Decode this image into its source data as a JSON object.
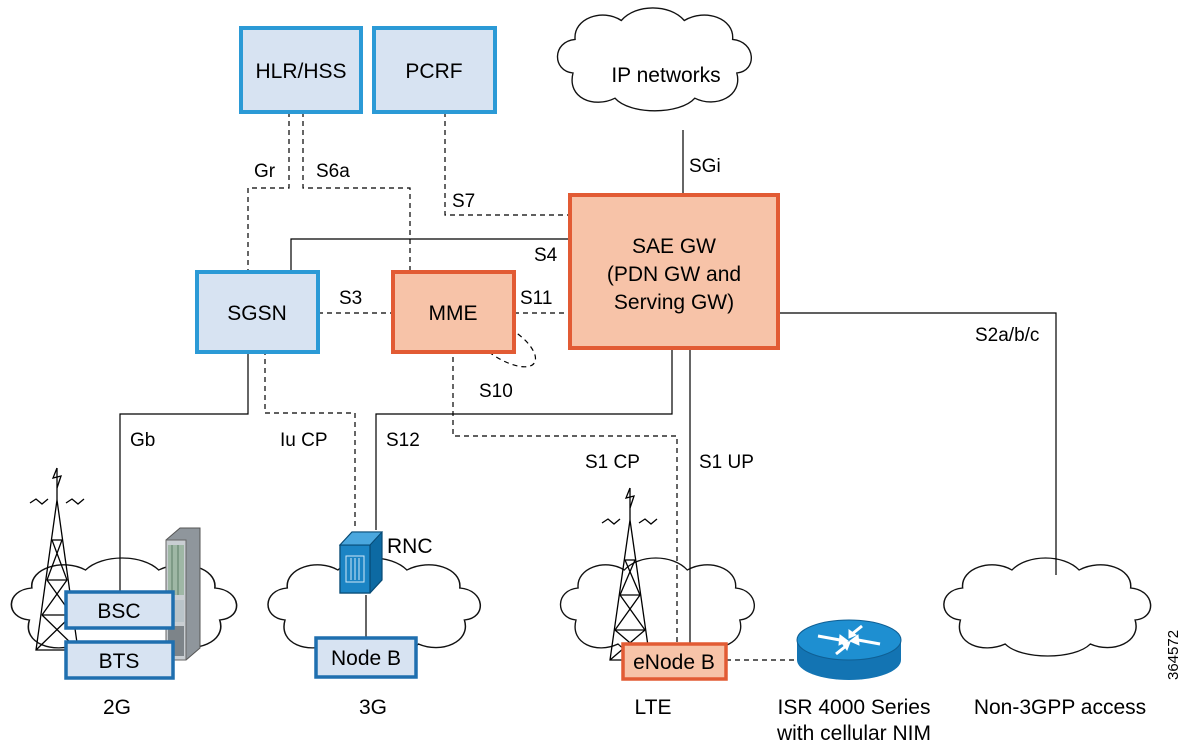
{
  "nodes": {
    "hlr_hss": "HLR/HSS",
    "pcrf": "PCRF",
    "ip_networks": "IP networks",
    "sae_gw_line1": "SAE GW",
    "sae_gw_line2": "(PDN GW and",
    "sae_gw_line3": "Serving GW)",
    "sgsn": "SGSN",
    "mme": "MME",
    "bsc": "BSC",
    "bts": "BTS",
    "rnc": "RNC",
    "node_b": "Node B",
    "enode_b": "eNode B",
    "isr_line1": "ISR 4000 Series",
    "isr_line2": "with cellular NIM"
  },
  "interfaces": {
    "gr": "Gr",
    "s6a": "S6a",
    "s7": "S7",
    "sgi": "SGi",
    "s4": "S4",
    "s3": "S3",
    "s11": "S11",
    "s10": "S10",
    "s2abc": "S2a/b/c",
    "gb": "Gb",
    "iu_cp": "Iu CP",
    "s12": "S12",
    "s1_cp": "S1 CP",
    "s1_up": "S1 UP"
  },
  "networks": {
    "net_2g": "2G",
    "net_3g": "3G",
    "net_lte": "LTE",
    "net_non3gpp": "Non-3GPP access"
  },
  "figure_id": "364572",
  "colors": {
    "blue_fill": "#d7e3f2",
    "blue_border": "#2b9ad6",
    "orange_fill": "#f7c3a8",
    "orange_border": "#e25b34",
    "router_blue": "#1e8fd1"
  }
}
